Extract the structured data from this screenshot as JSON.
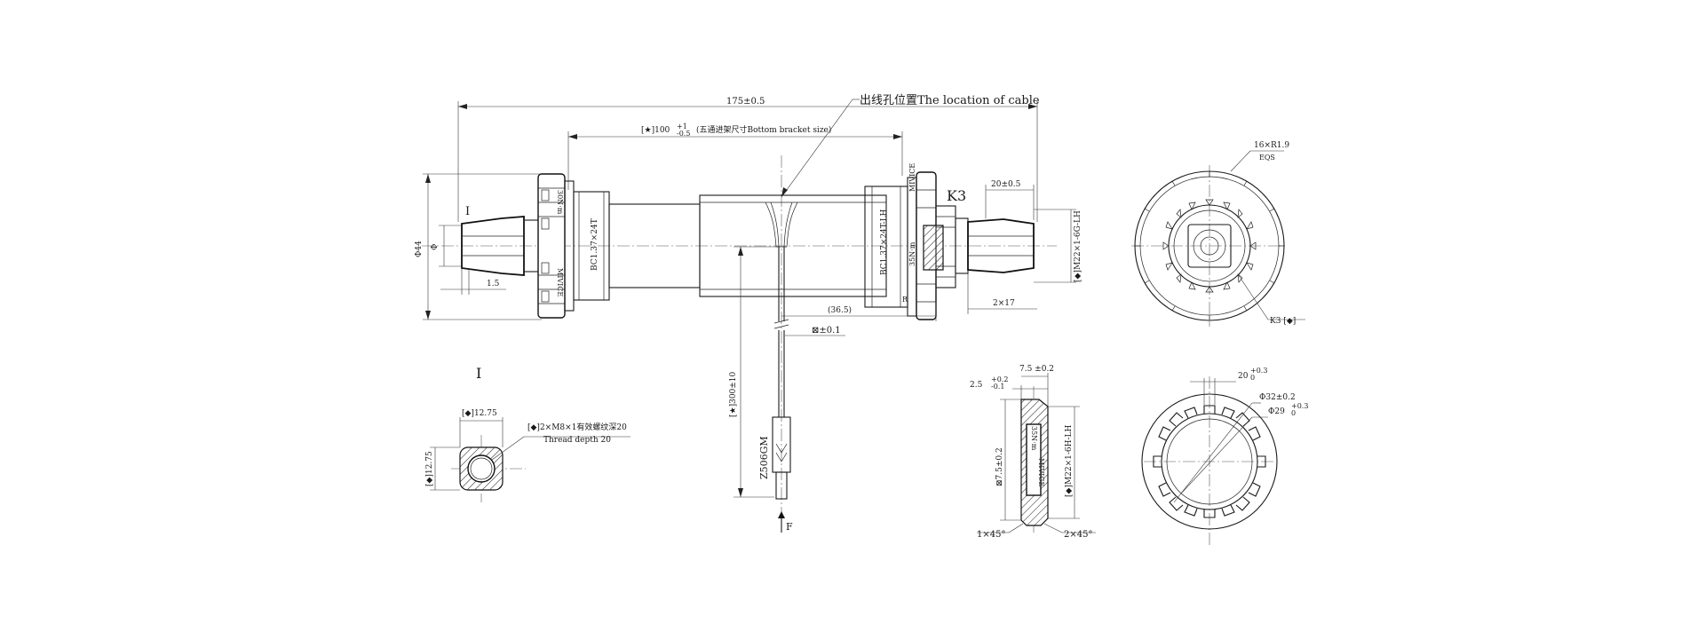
{
  "dims": {
    "overall_length": "175±0.5",
    "bracket_size": "[★]100",
    "bracket_size_tol_upper": "+1",
    "bracket_size_tol_lower": "-0.5",
    "bracket_size_note": "(五通进架尺寸Bottom bracket size)",
    "cable_location": "出线孔位置The location of cable",
    "spline_16x": "16×R1.9",
    "eqs": "EQS",
    "dim_20": "20±0.5",
    "phi44": "Φ44",
    "spindle_dia": "Φ",
    "dim_1_5": "1.5",
    "dim_36_5": "(36.5)",
    "pos_tol": "⊠±0.1",
    "dim_2x17": "2×17",
    "cable_length": "[★]300±10",
    "dim_12_75_h": "[◆]12.75",
    "dim_12_75_v": "[◆]12.75",
    "dim_2_5": "2.5",
    "dim_2_5_tol_upper": "+0.2",
    "dim_2_5_tol_lower": "-0.1",
    "dim_7_5_h": "7.5 ±0.2",
    "dim_7_5_v": "⊠7.5±0.2",
    "chamfer_1": "1×45°",
    "chamfer_2": "2×45°",
    "dim_20_right": "20",
    "dim_20_right_tol_upper": "+0.3",
    "dim_20_right_tol_lower": "0",
    "phi32": "Φ32±0.2",
    "phi29": "Φ29",
    "phi29_tol_upper": "+0.3",
    "phi29_tol_lower": "0"
  },
  "labels": {
    "detail_mark": "I",
    "detail_title": "I",
    "k3_label": "K3",
    "k3_ref": "K3 [◆]",
    "connector_code": "Z506GM",
    "arrow_f": "F",
    "thread_left": "BC1.37×24T",
    "thread_right": "BC1.37×24T-LH",
    "thread_spindle": "[◆]M22×1-6G-LH",
    "thread_cup": "[◆]M22×1-6H-LH",
    "torque_left": "30N·m",
    "torque_right": "35N·m",
    "torque_cup": "35N·m",
    "brand_left": "MIVICE",
    "brand_right": "MIVICE",
    "brand_cup": "MIVICE",
    "r_mark": "R",
    "thread_note_cn": "[◆]2×M8×1有效螺纹深20",
    "thread_note_en": "Thread depth 20"
  }
}
